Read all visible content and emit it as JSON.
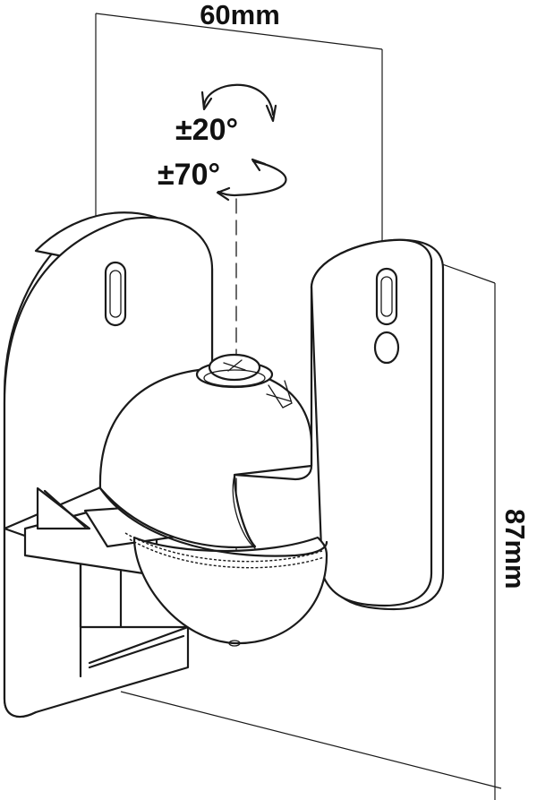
{
  "dimensions": {
    "width_label": "60mm",
    "height_label": "87mm"
  },
  "rotation": {
    "tilt_label": "±20°",
    "swivel_label": "±70°"
  },
  "colors": {
    "stroke": "#1a1a1a",
    "background": "#ffffff"
  }
}
